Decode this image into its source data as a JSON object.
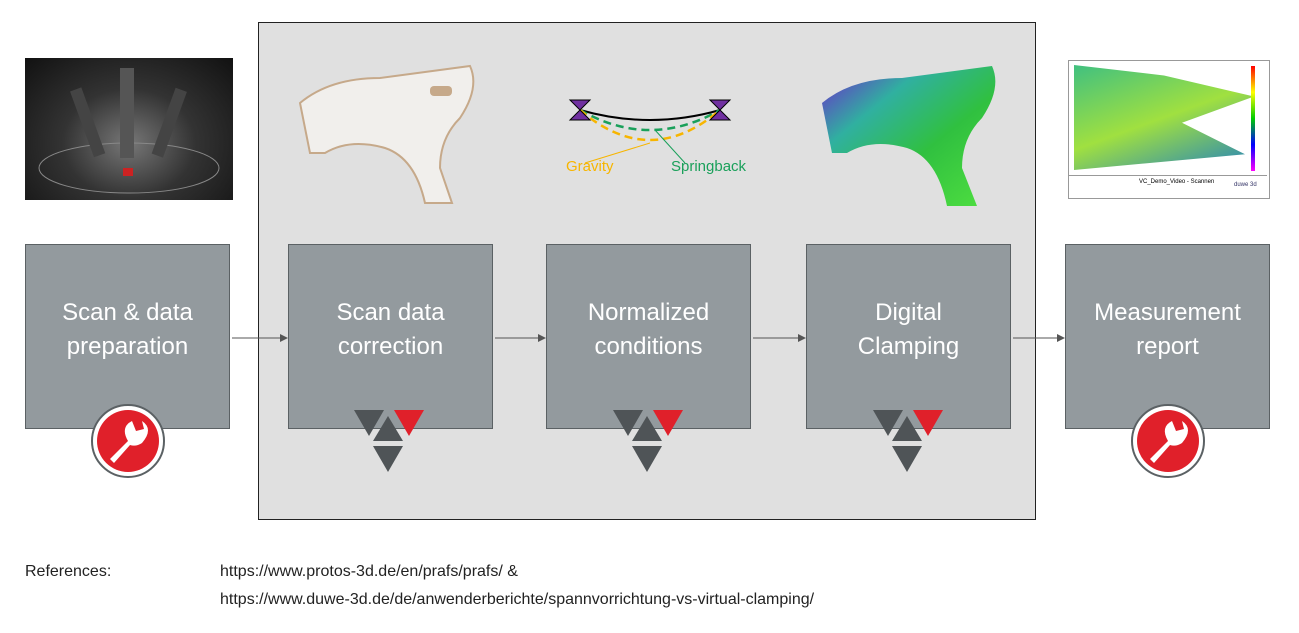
{
  "steps": [
    {
      "line1": "Scan & data",
      "line2": "preparation"
    },
    {
      "line1": "Scan data",
      "line2": "correction"
    },
    {
      "line1": "Normalized",
      "line2": "conditions"
    },
    {
      "line1": "Digital",
      "line2": "Clamping"
    },
    {
      "line1": "Measurement",
      "line2": "report"
    }
  ],
  "diagram_labels": {
    "gravity": "Gravity",
    "springback": "Springback"
  },
  "report_thumbnail": {
    "title": "VC_Demo_Video - Scannen",
    "brand": "duwe 3d"
  },
  "references": {
    "label": "References:",
    "links": [
      "https://www.protos-3d.de/en/prafs/prafs/ &",
      "https://www.duwe-3d.de/de/anwenderberichte/spannvorrichtung-vs-virtual-clamping/"
    ]
  },
  "colors": {
    "box": "#939a9e",
    "panel": "#e0e0e0",
    "red": "#e0202a",
    "dark": "#4f5457"
  }
}
